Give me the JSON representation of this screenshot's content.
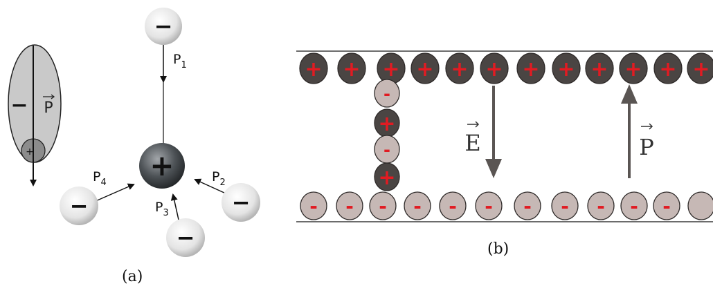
{
  "captions": {
    "a": "(a)",
    "b": "(b)"
  },
  "panel_a": {
    "dipole": {
      "neg_sign": "−",
      "pos_sign": "+",
      "vector": "P"
    },
    "center": {
      "sign": "+"
    },
    "ions": [
      {
        "sign": "−",
        "label_main": "P",
        "label_sub": "1"
      },
      {
        "sign": "−",
        "label_main": "P",
        "label_sub": "2"
      },
      {
        "sign": "−",
        "label_main": "P",
        "label_sub": "3"
      },
      {
        "sign": "−",
        "label_main": "P",
        "label_sub": "4"
      }
    ]
  },
  "panel_b": {
    "top_sign": "+",
    "bottom_sign": "-",
    "chain_signs": [
      "-",
      "+",
      "-",
      "+"
    ],
    "field_label": "E",
    "polarization_label": "P",
    "top_count": 12,
    "bottom_count": 12,
    "bottom_unlabeled_last": true
  },
  "colors": {
    "dark_ball": "#4a4543",
    "light_ball": "#c6b8b5",
    "red_sign": "#e11b22",
    "line": "#3c3c3c",
    "arrow": "#5a5553"
  }
}
